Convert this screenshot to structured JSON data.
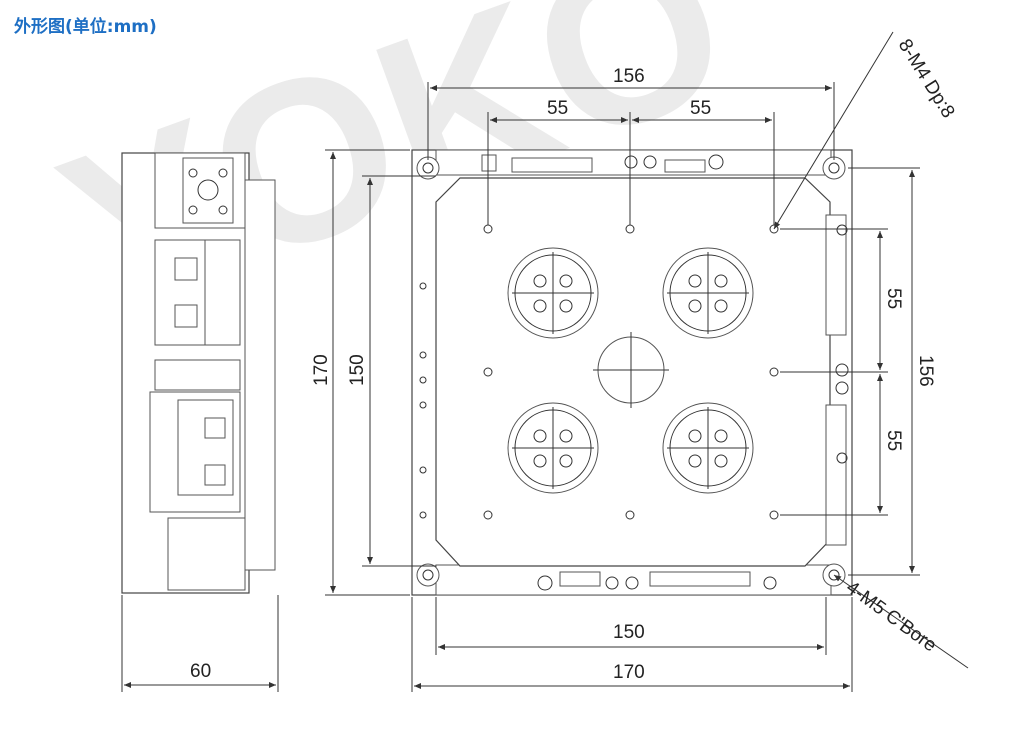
{
  "header": {
    "title": "外形图(单位:mm)"
  },
  "watermark": {
    "text": "YOKO"
  },
  "dimensions": {
    "top_overall": "156",
    "top_pitch_left": "55",
    "top_pitch_right": "55",
    "right_pitch_upper": "55",
    "right_pitch_lower": "55",
    "right_overall": "156",
    "left_outer": "170",
    "left_inner": "150",
    "bottom_inner": "150",
    "bottom_outer": "170",
    "side_width": "60"
  },
  "callouts": {
    "m4": "8-M4 Dp:8",
    "m5": "4-M5 C'Bore"
  },
  "colors": {
    "header": "#1e6fc4",
    "watermark": "#e9e9e9",
    "line": "#333333"
  }
}
